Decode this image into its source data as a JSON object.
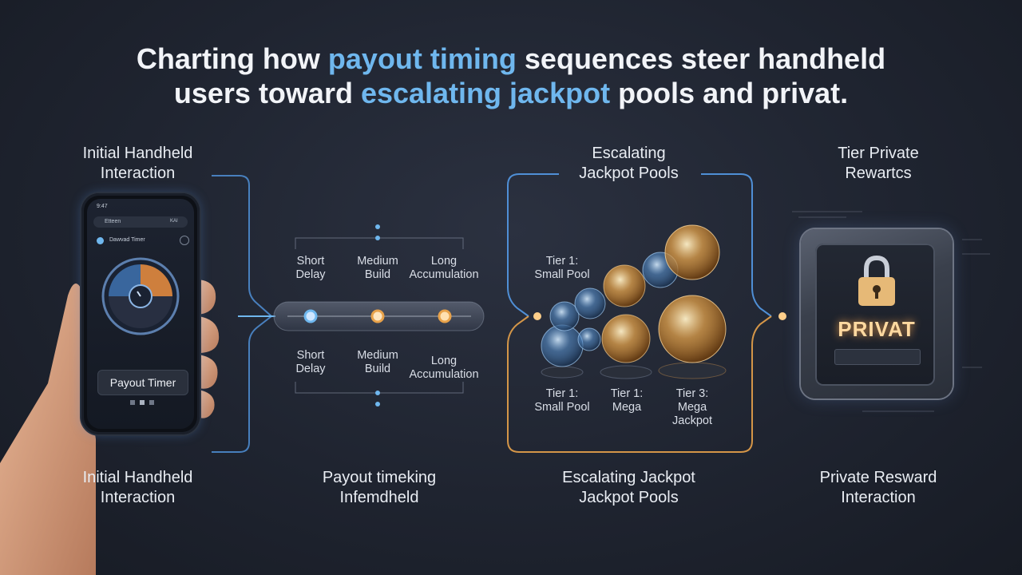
{
  "headline": {
    "line1_pre": "Charting how ",
    "line1_hl": "payout timing",
    "line1_post": " sequences steer handheld",
    "line2_pre": "users toward ",
    "line2_hl": "escalating jackpot",
    "line2_post": " pools and privat."
  },
  "top_labels": {
    "initial": [
      "Initial Handheld",
      "Interaction"
    ],
    "escalating": [
      "Escalating",
      "Jackpot Pools"
    ],
    "tier_private": [
      "Tier Private",
      "Rewartcs"
    ]
  },
  "bottom_labels": {
    "initial": [
      "Initial Handheld",
      "Interaction"
    ],
    "payout": [
      "Payout timeking",
      "Infemdheld"
    ],
    "escalating": [
      "Escalating Jackpot",
      "Jackpot Pools"
    ],
    "private": [
      "Private Resward",
      "Interaction"
    ]
  },
  "phone": {
    "status_time": "9:47",
    "url_text": "Etteen",
    "url_right": "ΚΑΙ",
    "timer_title": "Dawvad Timer",
    "button_label": "Payout Timer"
  },
  "timeline_top": [
    {
      "line1": "Short",
      "line2": "Delay"
    },
    {
      "line1": "Medium",
      "line2": "Build"
    },
    {
      "line1": "Long",
      "line2": "Accumulation"
    }
  ],
  "timeline_bottom": [
    {
      "line1": "Short",
      "line2": "Delay"
    },
    {
      "line1": "Medium",
      "line2": "Build"
    },
    {
      "line1": "Long",
      "line2": "Accumulation"
    }
  ],
  "pools": {
    "top_label": [
      "Tier 1:",
      "Small Pool"
    ],
    "bottom": [
      {
        "line1": "Tier 1:",
        "line2": "Small Pool",
        "line3": ""
      },
      {
        "line1": "Tier 1:",
        "line2": "Mega",
        "line3": ""
      },
      {
        "line1": "Tier 3:",
        "line2": "Mega",
        "line3": "Jackpot"
      }
    ]
  },
  "vault": {
    "label": "PRIVAT"
  },
  "colors": {
    "accent_blue": "#6fb7ee",
    "accent_orange": "#e8a24a",
    "bg": "#1f2430"
  }
}
